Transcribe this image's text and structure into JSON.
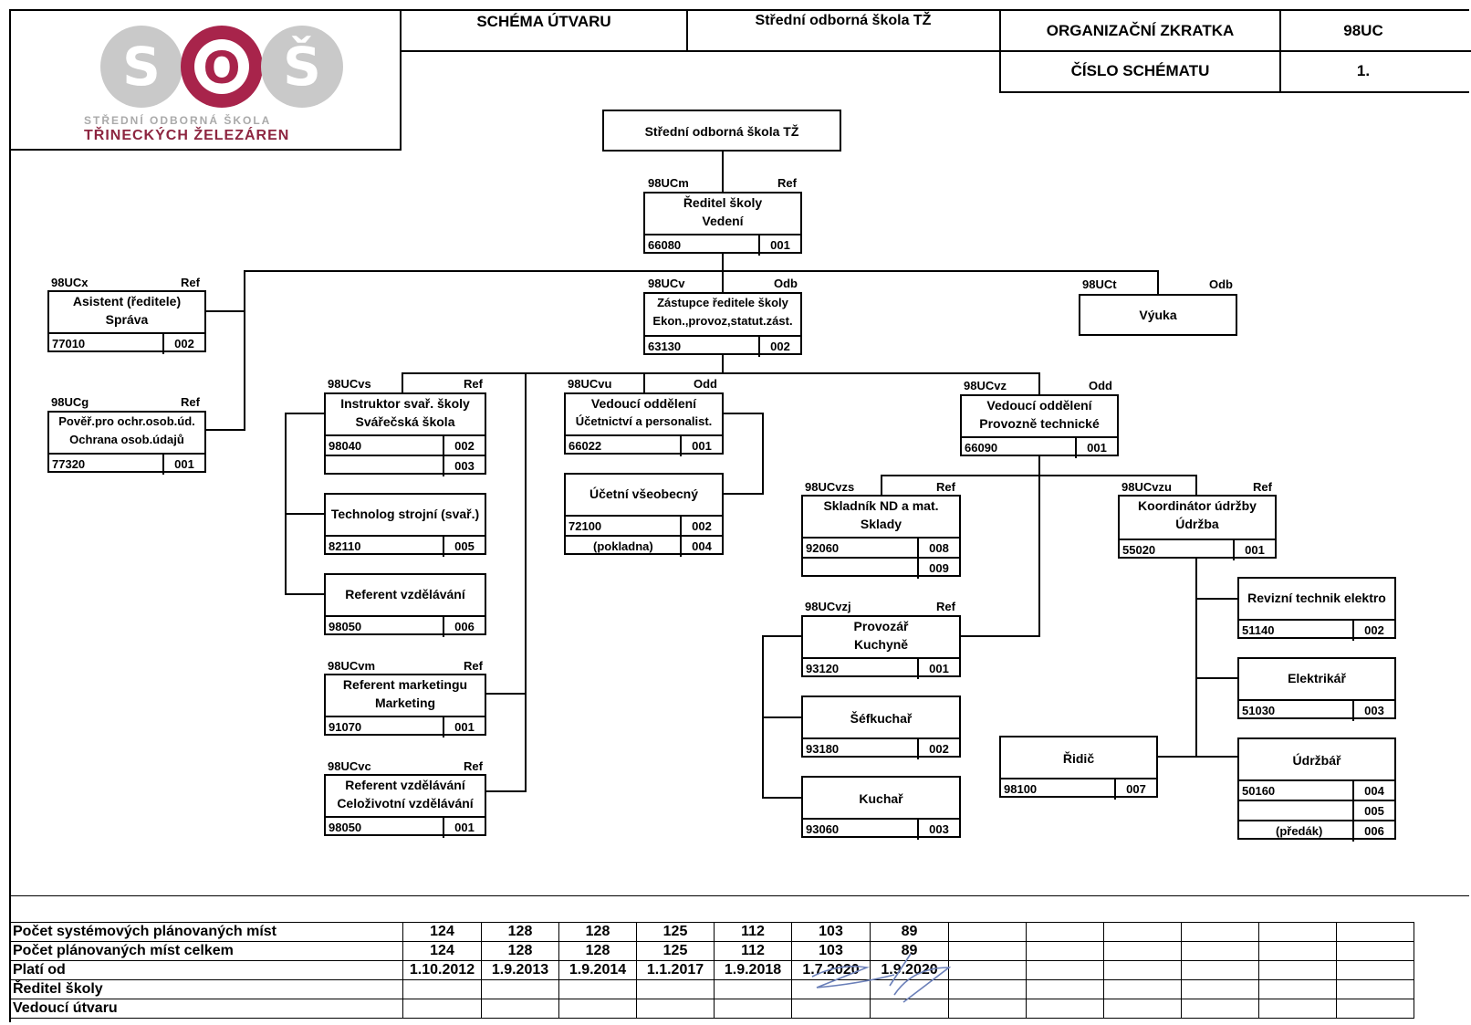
{
  "header": {
    "schema_label": "SCHÉMA ÚTVARU",
    "unit_name": "Střední odborná škola TŽ",
    "abbr_label": "ORGANIZAČNÍ ZKRATKA",
    "abbr_value": "98UC",
    "number_label": "ČÍSLO SCHÉMATU",
    "number_value": "1."
  },
  "logo": {
    "letters": [
      "S",
      "O",
      "Š"
    ],
    "line1": "STŘEDNÍ ODBORNÁ ŠKOLA",
    "line2": "TŘINECKÝCH ŽELEZÁREN"
  },
  "nodes": {
    "root": {
      "title": "Střední odborná škola TŽ"
    },
    "director": {
      "code": "98UCm",
      "type": "Ref",
      "lines": [
        "Ředitel školy",
        "Vedení"
      ],
      "num": "66080",
      "pos": "001"
    },
    "assistant": {
      "code": "98UCx",
      "type": "Ref",
      "lines": [
        "Asistent (ředitele)",
        "Správa"
      ],
      "num": "77010",
      "pos": "002"
    },
    "gdpr": {
      "code": "98UCg",
      "type": "Ref",
      "lines": [
        "Pověř.pro ochr.osob.úd.",
        "Ochrana osob.údajů"
      ],
      "num": "77320",
      "pos": "001"
    },
    "deputy": {
      "code": "98UCv",
      "type": "Odb",
      "lines": [
        "Zástupce ředitele školy",
        "Ekon.,provoz,statut.zást."
      ],
      "num": "63130",
      "pos": "002"
    },
    "teaching": {
      "code": "98UCt",
      "type": "Odb",
      "lines": [
        "Výuka"
      ]
    },
    "welding": {
      "code": "98UCvs",
      "type": "Ref",
      "lines": [
        "Instruktor svař. školy",
        "Svářečská škola"
      ],
      "num": "98040",
      "pos": "002",
      "pos2": "003"
    },
    "technolog": {
      "lines": [
        "Technolog strojní (svař.)"
      ],
      "num": "82110",
      "pos": "005"
    },
    "ref_edu": {
      "lines": [
        "Referent vzdělávání"
      ],
      "num": "98050",
      "pos": "006"
    },
    "marketing": {
      "code": "98UCvm",
      "type": "Ref",
      "lines": [
        "Referent marketingu",
        "Marketing"
      ],
      "num": "91070",
      "pos": "001"
    },
    "lifelong": {
      "code": "98UCvc",
      "type": "Ref",
      "lines": [
        "Referent vzdělávání",
        "Celoživotní vzdělávání"
      ],
      "num": "98050",
      "pos": "001"
    },
    "accounting": {
      "code": "98UCvu",
      "type": "Odd",
      "lines": [
        "Vedoucí oddělení",
        "Účetnictví a personalist."
      ],
      "num": "66022",
      "pos": "001"
    },
    "accountant": {
      "lines": [
        "Účetní všeobecný"
      ],
      "num": "72100",
      "pos": "002",
      "extra": "(pokladna)",
      "pos2": "004"
    },
    "operations": {
      "code": "98UCvz",
      "type": "Odd",
      "lines": [
        "Vedoucí oddělení",
        "Provozně technické"
      ],
      "num": "66090",
      "pos": "001"
    },
    "store": {
      "code": "98UCvzs",
      "type": "Ref",
      "lines": [
        "Skladník ND a mat.",
        "Sklady"
      ],
      "num": "92060",
      "pos": "008",
      "pos2": "009"
    },
    "kitchen": {
      "code": "98UCvzj",
      "type": "Ref",
      "lines": [
        "Provozář",
        "Kuchyně"
      ],
      "num": "93120",
      "pos": "001"
    },
    "chef": {
      "lines": [
        "Šéfkuchař"
      ],
      "num": "93180",
      "pos": "002"
    },
    "cook": {
      "lines": [
        "Kuchař"
      ],
      "num": "93060",
      "pos": "003"
    },
    "maint": {
      "code": "98UCvzu",
      "type": "Ref",
      "lines": [
        "Koordinátor údržby",
        "Údržba"
      ],
      "num": "55020",
      "pos": "001"
    },
    "revision": {
      "lines": [
        "Revizní technik elektro"
      ],
      "num": "51140",
      "pos": "002"
    },
    "electrician": {
      "lines": [
        "Elektrikář"
      ],
      "num": "51030",
      "pos": "003"
    },
    "driver": {
      "lines": [
        "Řidič"
      ],
      "num": "98100",
      "pos": "007"
    },
    "handyman": {
      "lines": [
        "Údržbář"
      ],
      "num": "50160",
      "pos": "004",
      "pos2": "005",
      "extra": "(předák)",
      "pos3": "006"
    }
  },
  "bottom_table": {
    "rows": [
      {
        "label": "Počet systémových plánovaných míst",
        "values": [
          "124",
          "128",
          "128",
          "125",
          "112",
          "103",
          "89"
        ]
      },
      {
        "label": "Počet plánovaných míst celkem",
        "values": [
          "124",
          "128",
          "128",
          "125",
          "112",
          "103",
          "89"
        ]
      },
      {
        "label": "Platí od",
        "values": [
          "1.10.2012",
          "1.9.2013",
          "1.9.2014",
          "1.1.2017",
          "1.9.2018",
          "1.7.2020",
          "1.9.2020"
        ]
      },
      {
        "label": "Ředitel školy",
        "values": []
      },
      {
        "label": "Vedoucí útvaru",
        "values": []
      }
    ]
  }
}
